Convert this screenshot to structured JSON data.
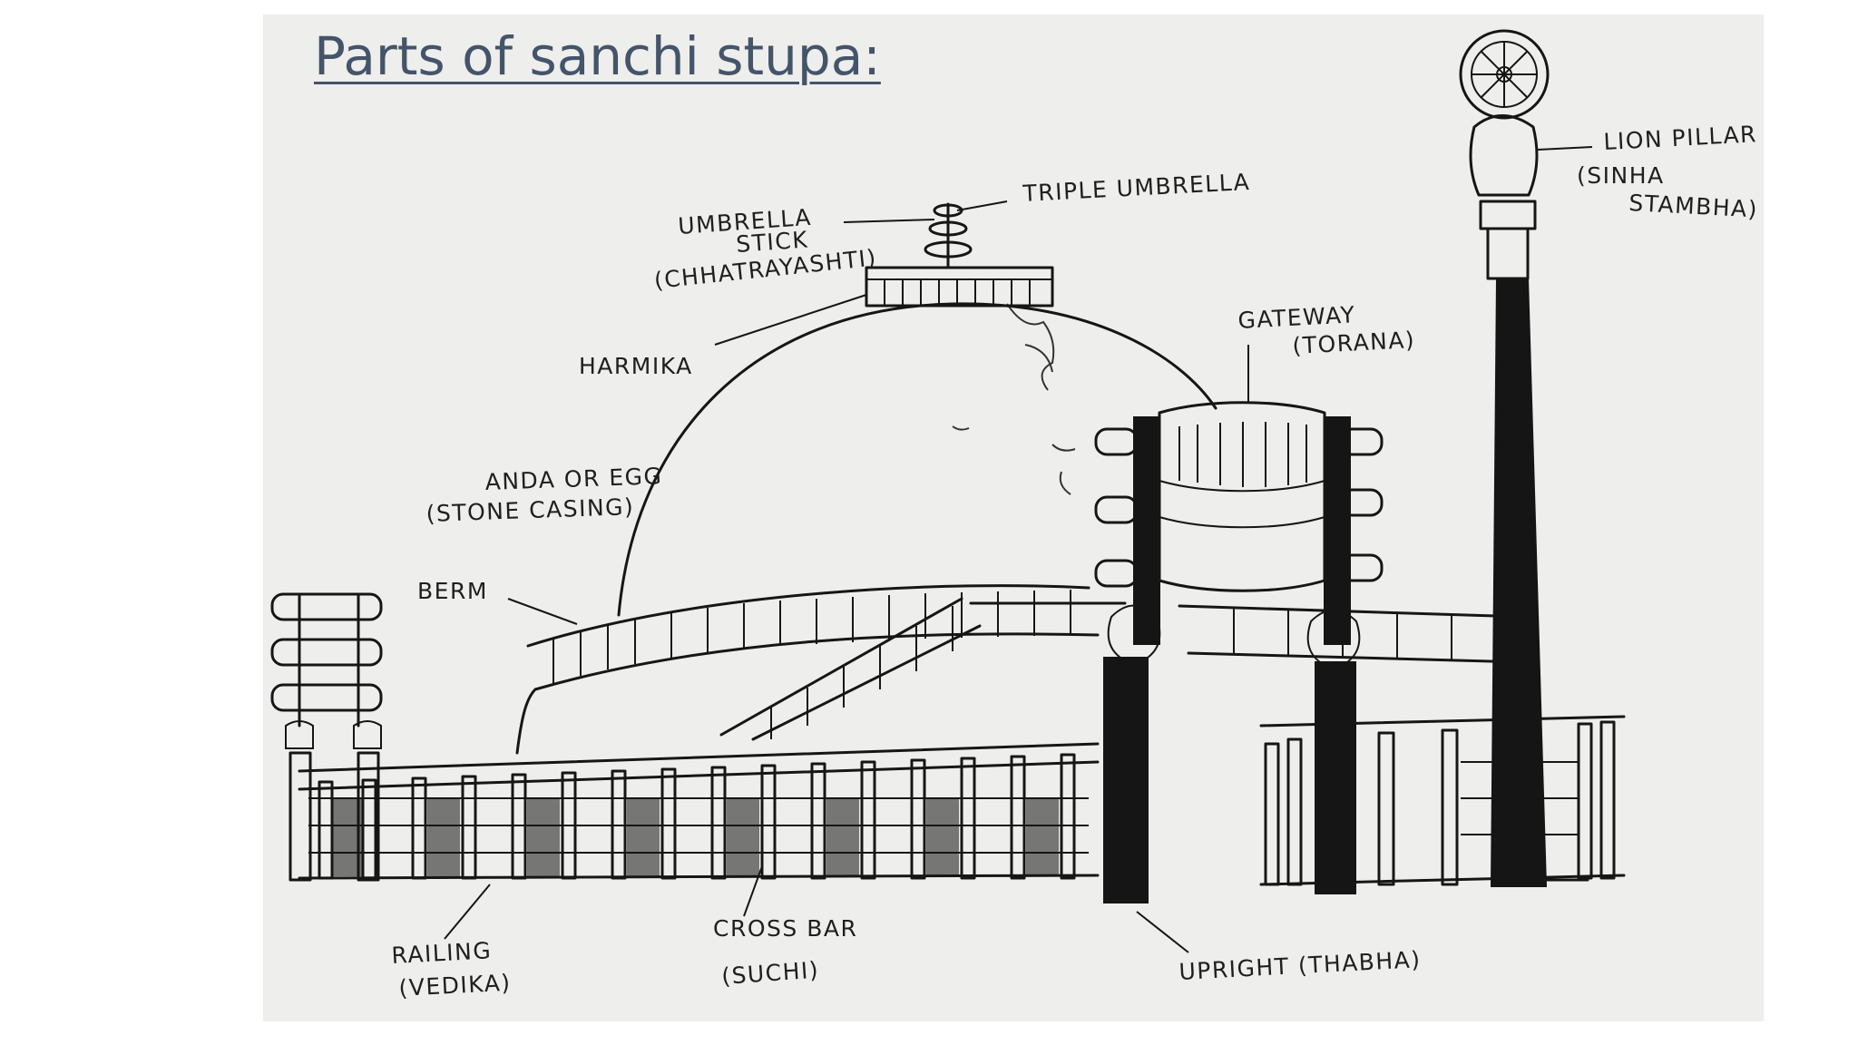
{
  "slide": {
    "title": "Parts of sanchi stupa:",
    "title_color": "#44546a",
    "panel_color": "#eeeeec"
  },
  "labels": {
    "triple_umbrella": "TRIPLE UMBRELLA",
    "umbrella_stick_1": "UMBRELLA",
    "umbrella_stick_2": "STICK",
    "umbrella_stick_3": "(CHHATRAYASHTI)",
    "harmika": "HARMIKA",
    "anda_1": "ANDA OR EGG",
    "anda_2": "(STONE CASING)",
    "berm": "BERM",
    "gateway_1": "GATEWAY",
    "gateway_2": "(TORANA)",
    "lion_pillar_1": "LION PILLAR",
    "lion_pillar_2": "(SINHA",
    "lion_pillar_3": "STAMBHA)",
    "railing_1": "RAILING",
    "railing_2": "(VEDIKA)",
    "cross_bar_1": "CROSS BAR",
    "cross_bar_2": "(SUCHI)",
    "upright": "UPRIGHT (THABHA)"
  }
}
